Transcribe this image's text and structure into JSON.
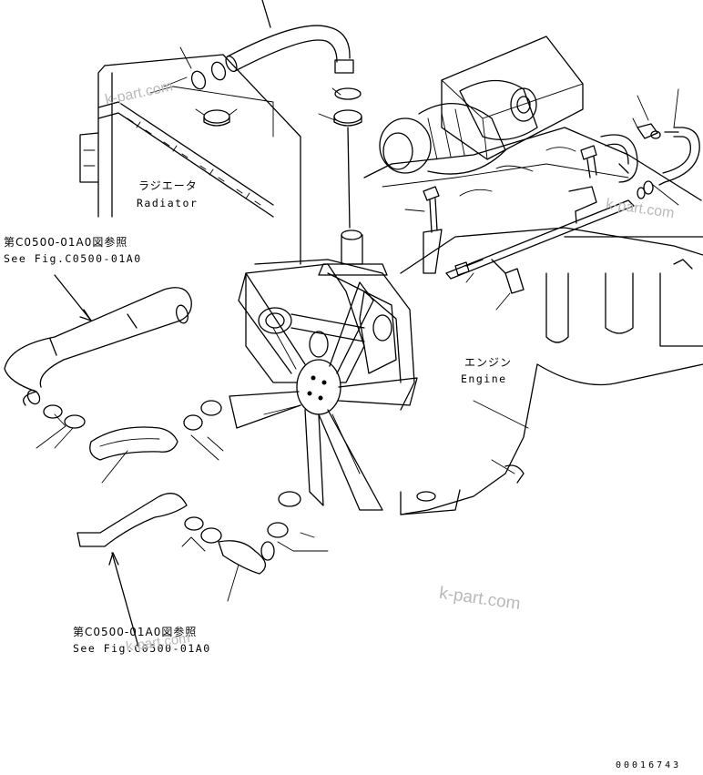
{
  "labels": {
    "radiator_jp": "ラジエータ",
    "radiator_en": "Radiator",
    "engine_jp": "エンジン",
    "engine_en": "Engine",
    "ref_top_jp": "第C0500-01A0図参照",
    "ref_top_en": "See Fig.C0500-01A0",
    "ref_bottom_jp": "第C0500-01A0図参照",
    "ref_bottom_en": "See Fig.C0500-01A0"
  },
  "watermarks": {
    "top_left": "k-part.com",
    "top_right": "k-part.com",
    "bottom_right": "k-part.com",
    "bottom_left": "k-part.com"
  },
  "footer": {
    "document_number": "00016743"
  }
}
